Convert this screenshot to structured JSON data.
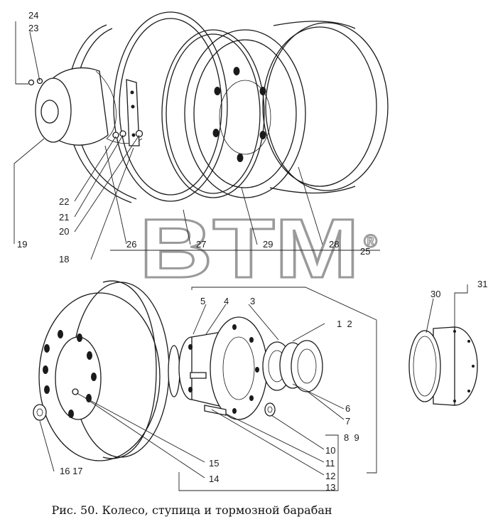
{
  "caption": "Рис. 50. Колесо, ступица и тормозной барабан",
  "watermark": {
    "text": "BTM",
    "mark": "®"
  },
  "callouts": {
    "c24": "24",
    "c23": "23",
    "c19": "19",
    "c22": "22",
    "c21": "21",
    "c20": "20",
    "c18": "18",
    "c26": "26",
    "c27": "27",
    "c29": "29",
    "c28": "28",
    "c25": "25",
    "c5": "5",
    "c4": "4",
    "c3": "3",
    "c1_2": "1  2",
    "c31": "31",
    "c30": "30",
    "c6": "6",
    "c7": "7",
    "c8_9": "8  9",
    "c10": "10",
    "c11": "11",
    "c12": "12",
    "c13": "13",
    "c15": "15",
    "c14": "14",
    "c16_17": "16 17"
  }
}
